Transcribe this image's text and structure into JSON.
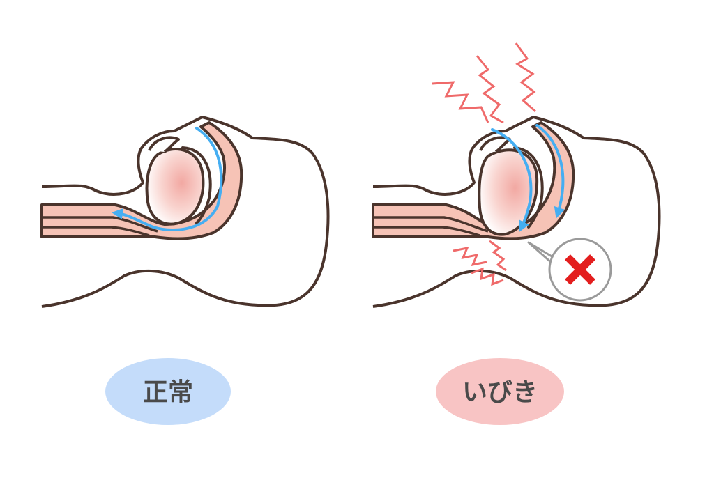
{
  "panels": [
    {
      "label": "正常",
      "badge_color": "#c4dcfa",
      "state": "normal"
    },
    {
      "label": "いびき",
      "badge_color": "#f8c4c4",
      "state": "snoring"
    }
  ],
  "colors": {
    "outline": "#4a342c",
    "airway_fill": "#f6c3b6",
    "airflow": "#45aef2",
    "alert_zigzag": "#ef6a6a",
    "cross_mark": "#e31e1e",
    "label_text": "#4a4a4a"
  },
  "icons": [
    "airflow-arrow-icon",
    "snore-vibration-icon",
    "blocked-cross-icon"
  ]
}
